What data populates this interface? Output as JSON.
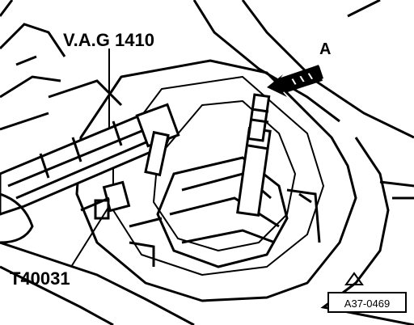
{
  "labels": {
    "tool_vag": "V.A.G 1410",
    "tool_t": "T40031",
    "view_arrow": "A",
    "figure_ref": "A37-0469"
  }
}
